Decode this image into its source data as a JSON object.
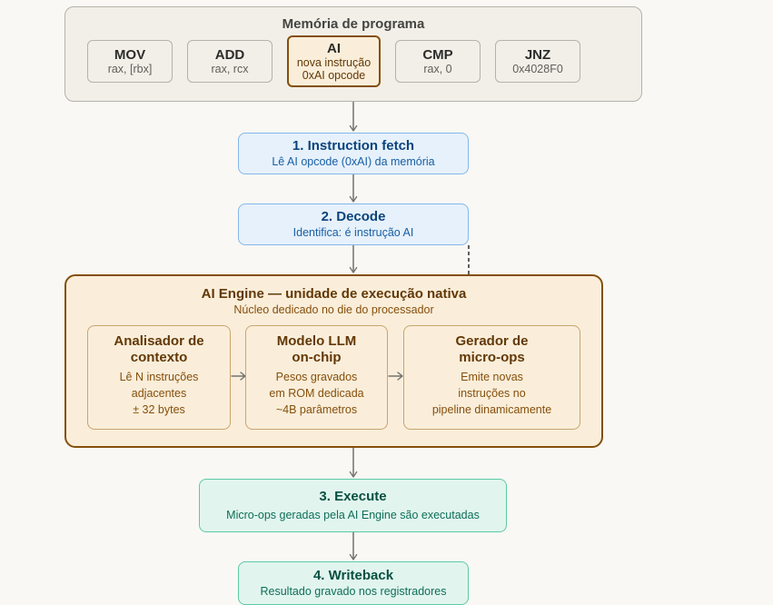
{
  "memory": {
    "title": "Memória de programa",
    "instructions": [
      {
        "op": "MOV",
        "args": "rax, [rbx]"
      },
      {
        "op": "ADD",
        "args": "rax, rcx"
      },
      {
        "op": "AI",
        "args": "nova instrução",
        "args2": "0xAI opcode",
        "highlighted": true
      },
      {
        "op": "CMP",
        "args": "rax, 0"
      },
      {
        "op": "JNZ",
        "args": "0x4028F0"
      }
    ]
  },
  "pipeline": {
    "fetch": {
      "title": "1. Instruction fetch",
      "subtitle": "Lê AI opcode (0xAI) da memória"
    },
    "decode": {
      "title": "2. Decode",
      "subtitle": "Identifica: é instrução AI"
    },
    "engine": {
      "title": "AI Engine — unidade de execução nativa",
      "subtitle": "Núcleo dedicado no die do processador",
      "blocks": [
        {
          "title1": "Analisador de",
          "title2": "contexto",
          "lines": [
            "Lê N instruções",
            "adjacentes",
            "± 32 bytes"
          ]
        },
        {
          "title1": "Modelo LLM",
          "title2": "on-chip",
          "lines": [
            "Pesos gravados",
            "em ROM dedicada",
            "~4B parâmetros"
          ]
        },
        {
          "title1": "Gerador de",
          "title2": "micro-ops",
          "lines": [
            "Emite novas",
            "instruções no",
            "pipeline dinamicamente"
          ]
        }
      ]
    },
    "execute": {
      "title": "3. Execute",
      "subtitle": "Micro-ops geradas pela AI Engine são executadas"
    },
    "writeback": {
      "title": "4. Writeback",
      "subtitle": "Resultado gravado nos registradores"
    }
  },
  "colors": {
    "memory_fill": "#f1efe8",
    "ai_accent": "#854f0b",
    "ai_fill": "#faeeda",
    "blue_fill": "#e6f1fb",
    "green_fill": "#e1f5ee",
    "connector": "#73726c"
  }
}
